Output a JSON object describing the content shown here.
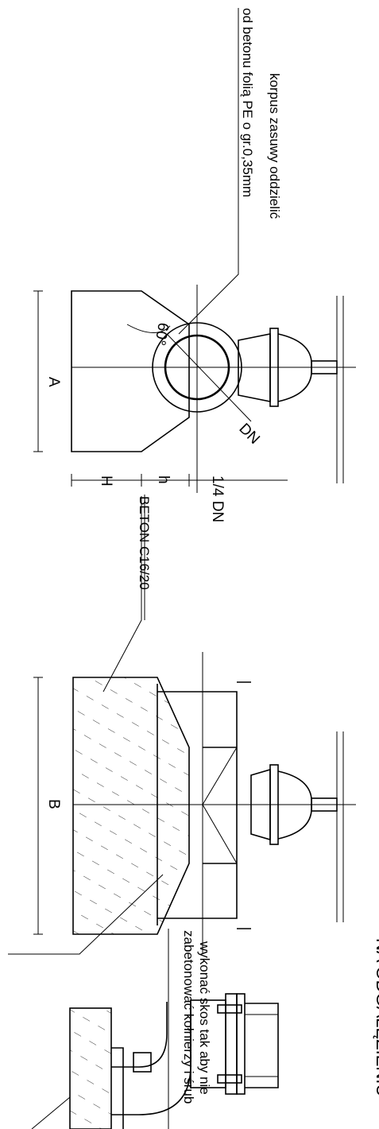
{
  "drawing": {
    "note_top": {
      "line1": "korpus zasuwy oddzielić",
      "line2": "od betonu folią PE o gr.0,35mm"
    },
    "angle_label": "60°",
    "dim_dn": "DN",
    "dim_a": "A",
    "dim_big_h": "H",
    "dim_small_h": "h",
    "dim_quarter_dn": "1/4 DN",
    "concrete_label": "BETON C16/20",
    "dim_b": "B",
    "note_bottom": {
      "line1": "wykonać skos tak aby nie",
      "line2": "zabetonować kołnierzy i śrub"
    },
    "title_fragment": "NA ODGAŁĘZIENIU"
  },
  "colors": {
    "ink": "#000000",
    "paper": "#ffffff"
  }
}
